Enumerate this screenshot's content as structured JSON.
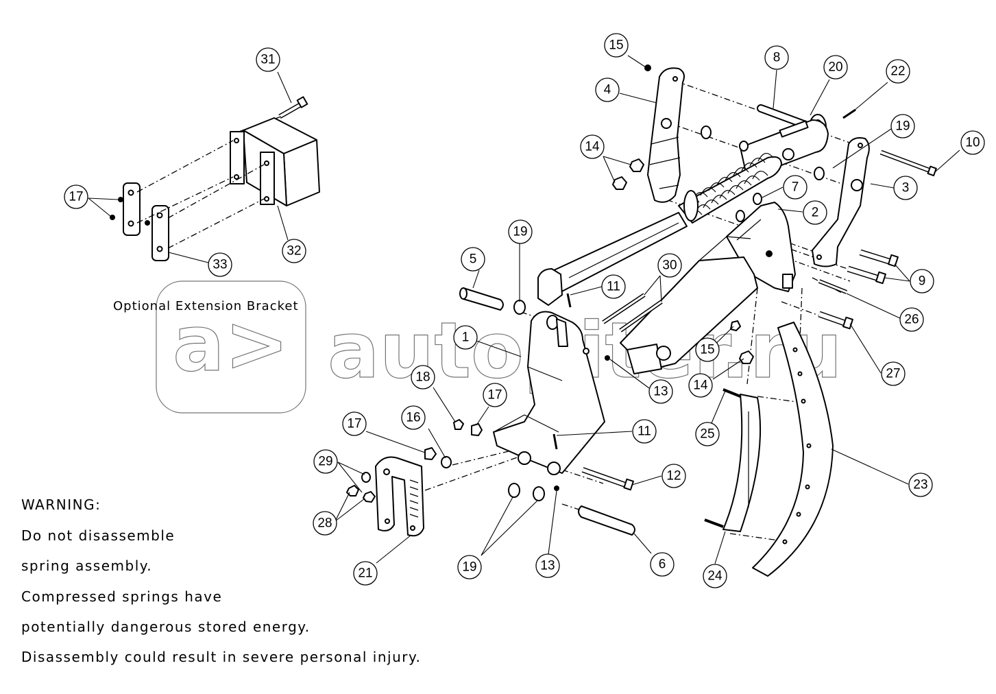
{
  "diagram": {
    "bracket_caption": "Optional Extension Bracket",
    "watermark": "autopiter.ru",
    "warning": {
      "heading": "WARNING:",
      "lines": [
        "Do not disassemble",
        "spring assembly.",
        "Compressed springs have",
        "potentially dangerous stored energy.",
        "Disassembly could result in severe personal injury."
      ]
    },
    "callouts": [
      {
        "id": "c31",
        "label": "31"
      },
      {
        "id": "c17a",
        "label": "17"
      },
      {
        "id": "c32",
        "label": "32"
      },
      {
        "id": "c33",
        "label": "33"
      },
      {
        "id": "c15a",
        "label": "15"
      },
      {
        "id": "c4",
        "label": "4"
      },
      {
        "id": "c8",
        "label": "8"
      },
      {
        "id": "c20",
        "label": "20"
      },
      {
        "id": "c22",
        "label": "22"
      },
      {
        "id": "c19a",
        "label": "19"
      },
      {
        "id": "c10",
        "label": "10"
      },
      {
        "id": "c14a",
        "label": "14"
      },
      {
        "id": "c7",
        "label": "7"
      },
      {
        "id": "c3",
        "label": "3"
      },
      {
        "id": "c2",
        "label": "2"
      },
      {
        "id": "c9",
        "label": "9"
      },
      {
        "id": "c5",
        "label": "5"
      },
      {
        "id": "c19b",
        "label": "19"
      },
      {
        "id": "c30",
        "label": "30"
      },
      {
        "id": "c11a",
        "label": "11"
      },
      {
        "id": "c26",
        "label": "26"
      },
      {
        "id": "c1",
        "label": "1"
      },
      {
        "id": "c15b",
        "label": "15"
      },
      {
        "id": "c27",
        "label": "27"
      },
      {
        "id": "c13a",
        "label": "13"
      },
      {
        "id": "c14b",
        "label": "14"
      },
      {
        "id": "c18",
        "label": "18"
      },
      {
        "id": "c17b",
        "label": "17"
      },
      {
        "id": "c16",
        "label": "16"
      },
      {
        "id": "c17c",
        "label": "17"
      },
      {
        "id": "c11b",
        "label": "11"
      },
      {
        "id": "c25",
        "label": "25"
      },
      {
        "id": "c29",
        "label": "29"
      },
      {
        "id": "c12",
        "label": "12"
      },
      {
        "id": "c23",
        "label": "23"
      },
      {
        "id": "c28",
        "label": "28"
      },
      {
        "id": "c21",
        "label": "21"
      },
      {
        "id": "c19c",
        "label": "19"
      },
      {
        "id": "c13b",
        "label": "13"
      },
      {
        "id": "c6",
        "label": "6"
      },
      {
        "id": "c24",
        "label": "24"
      }
    ]
  }
}
